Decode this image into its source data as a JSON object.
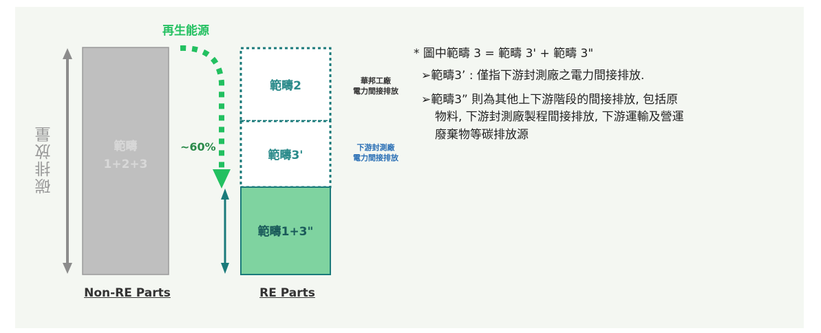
{
  "y_axis_label": "碳排放量",
  "renewable_label": "再生能源",
  "percent_label": "~60%",
  "non_re_box": {
    "line1": "範疇",
    "line2": "1+2+3"
  },
  "re_boxes": {
    "scope2": "範疇2",
    "scope3p": "範疇3'",
    "scope13": "範疇1+3\""
  },
  "side_notes": {
    "top": {
      "line1": "華邦工廠",
      "line2": "電力間接排放"
    },
    "middle": {
      "line1": "下游封測廠",
      "line2": "電力間接排放"
    }
  },
  "bottom_labels": {
    "left": "Non-RE Parts",
    "right": "RE Parts"
  },
  "notes": {
    "title": "* 圖中範疇 3 = 範疇 3' + 範疇 3\"",
    "bullet1": "➢範疇3’ : 僅指下游封測廠之電力間接排放.",
    "bullet2_line1": "➢範疇3” 則為其他上下游階段的間接排放, 包括原",
    "bullet2_line2": "物料, 下游封測廠製程間接排放, 下游運輸及營運",
    "bullet2_line3": "廢棄物等碳排放源"
  },
  "colors": {
    "gray_box": "#bfbfbf",
    "green_fill": "#7fd3a0",
    "teal": "#1a7a7a",
    "green_arrow": "#22c060",
    "blue_note": "#2a6fb5"
  }
}
